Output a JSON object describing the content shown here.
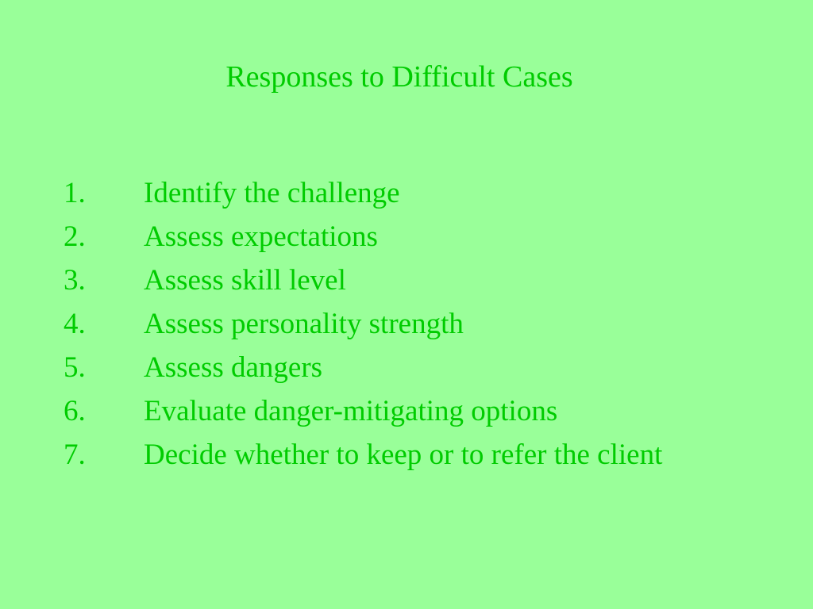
{
  "slide": {
    "title": "Responses to Difficult Cases",
    "steps": [
      {
        "number": "1.",
        "text": "Identify the challenge"
      },
      {
        "number": "2.",
        "text": "Assess expectations"
      },
      {
        "number": "3.",
        "text": "Assess skill level"
      },
      {
        "number": "4.",
        "text": "Assess personality strength"
      },
      {
        "number": "5.",
        "text": "Assess dangers"
      },
      {
        "number": "6.",
        "text": "Evaluate danger-mitigating options"
      },
      {
        "number": "7.",
        "text": "Decide whether to keep or to refer the client"
      }
    ]
  },
  "colors": {
    "background": "#99ff99",
    "text": "#00cc00"
  }
}
